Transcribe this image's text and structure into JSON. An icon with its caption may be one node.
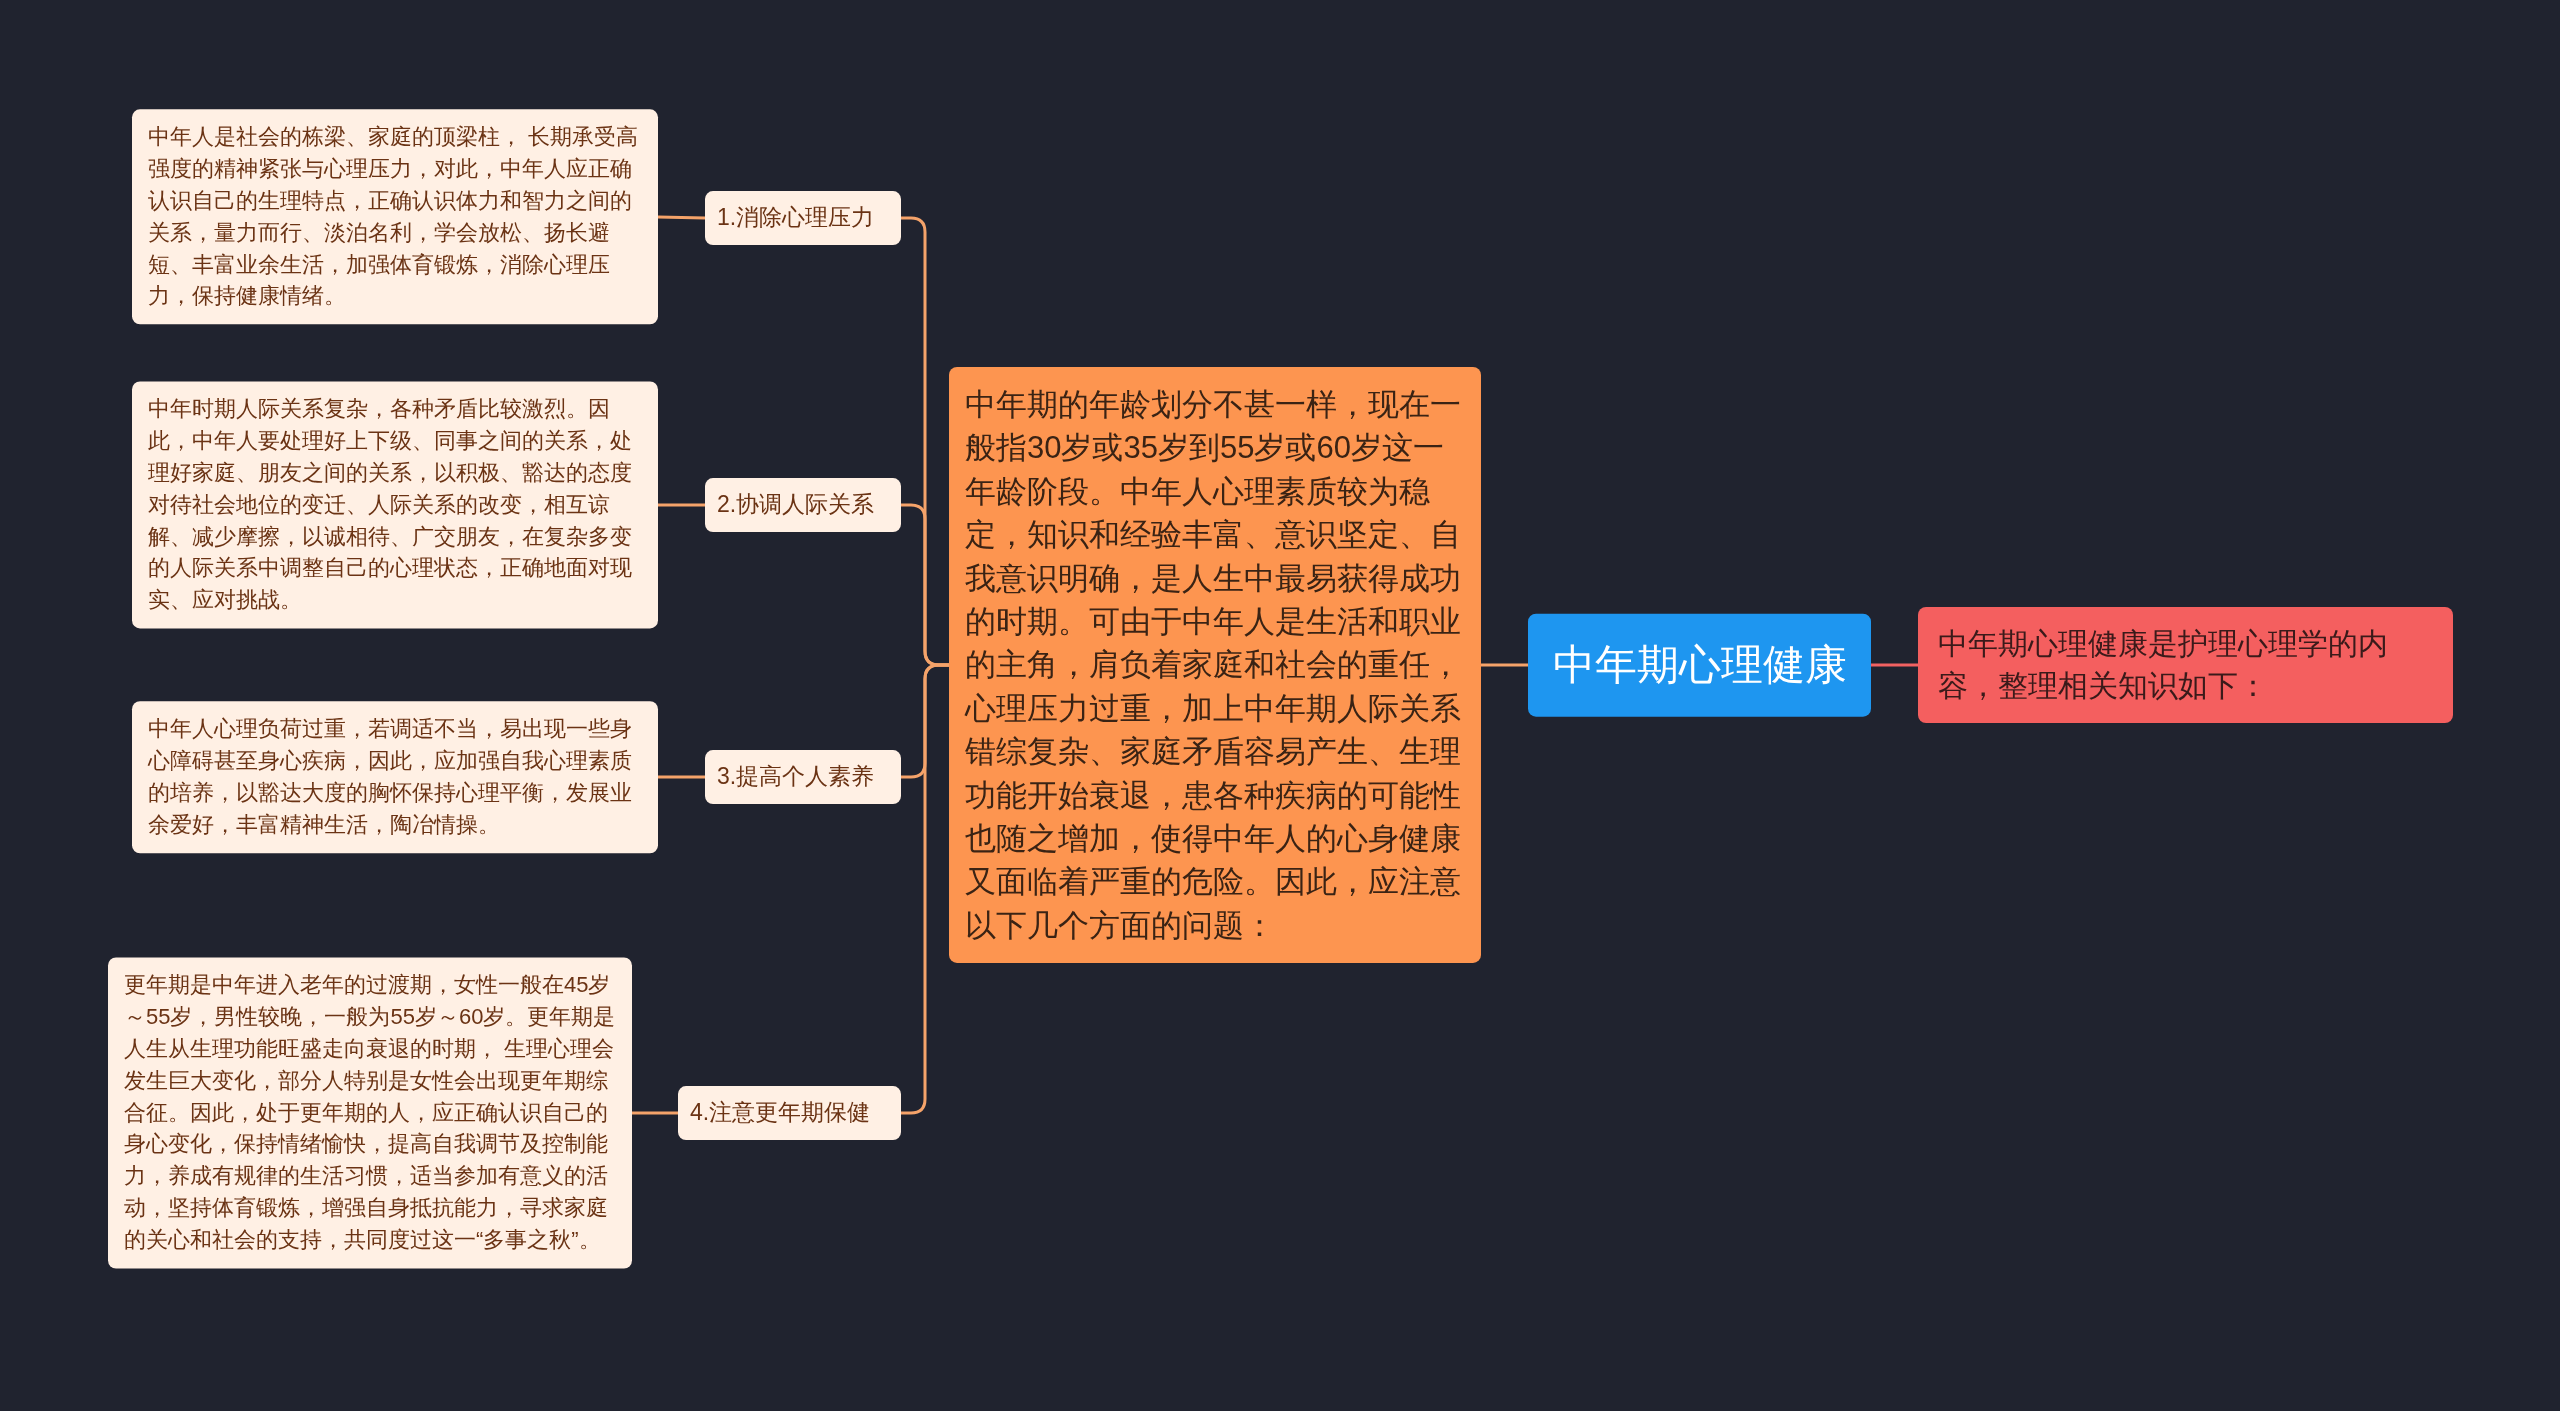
{
  "diagram": {
    "nodes": [
      {
        "text": [
          "中年期心理健康"
        ]
      },
      {
        "text": [
          "中年期心理健康是护理心理学的内容，整理相关知识如下："
        ]
      },
      {
        "text": [
          "中年期的年龄划分不甚一样，现在一般指30岁或35岁到55岁或60岁这一年龄阶段。中年人心理素质较为稳定，知识和经验丰富、意识坚定、自我意识明确，是人生中最易获得成功的时期。可由于中年人是生活和职业的主角，肩负着家庭和社会的重任，心理压力过重，加上中年期人际关系错综复杂、家庭矛盾容易产生、生理功能开始衰退，患各种疾病的可能性也随之增加，使得中年人的心身健康又面临着严重的危险。因此，应注意以下几个方面的问题："
        ]
      },
      {
        "text": [
          "1.消除心理压力"
        ]
      },
      {
        "text": [
          "2.协调人际关系"
        ]
      },
      {
        "text": [
          "3.提高个人素养"
        ]
      },
      {
        "text": [
          "4.注意更年期保健"
        ]
      },
      {
        "text": [
          "中年人是社会的栋梁、家庭的顶梁柱， 长期承受高强度的精神紧张与心理压力，对此，中年人应正确认识自己的生理特点，正确认识体力和智力之间的关系，量力而行、淡泊名利，学会放松、扬长避短、丰富业余生活，加强体育锻炼，消除心理压力，保持健康情绪。"
        ]
      },
      {
        "text": [
          "中年时期人际关系复杂，各种矛盾比较激烈。因此，中年人要处理好上下级、同事之间的关系，处理好家庭、朋友之间的关系，以积极、豁达的态度对待社会地位的变迁、人际关系的改变，相互谅解、减少摩擦，以诚相待、广交朋友，在复杂多变的人际关系中调整自己的心理状态，正确地面对现实、应对挑战。"
        ]
      },
      {
        "text": [
          "中年人心理负荷过重，若调适不当，易出现一些身心障碍甚至身心疾病，因此，应加强自我心理素质的培养，以豁达大度的胸怀保持心理平衡，发展业余爱好，丰富精神生活，陶冶情操。"
        ]
      },
      {
        "text": [
          "更年期是中年进入老年的过渡期，女性一般在45岁～55岁，男性较晚，一般为55岁～60岁。更年期是人生从生理功能旺盛走向衰退的时期， 生理心理会发生巨大变化，部分人特别是女性会出现更年期综合征。因此，处于更年期的人，应正确认识自己的身心变化，保持情绪愉快，提高自我调节及控制能力，养成有规律的生活习惯，适当参加有意义的活动，坚持体育锻炼，增强自身抵抗能力，寻求家庭的关心和社会的支持，共同度过这一“多事之秋”。"
        ]
      }
    ],
    "edges": [
      {
        "from": 0,
        "to": 1,
        "arrow": "none",
        "color": "#f26262"
      },
      {
        "from": 0,
        "to": 2,
        "arrow": "none"
      },
      {
        "from": 2,
        "to": 3,
        "arrow": "none"
      },
      {
        "from": 2,
        "to": 4,
        "arrow": "none"
      },
      {
        "from": 2,
        "to": 5,
        "arrow": "none"
      },
      {
        "from": 2,
        "to": 6,
        "arrow": "none"
      },
      {
        "from": 3,
        "to": 7,
        "arrow": "none"
      },
      {
        "from": 4,
        "to": 8,
        "arrow": "none"
      },
      {
        "from": 5,
        "to": 9,
        "arrow": "none"
      },
      {
        "from": 6,
        "to": 10,
        "arrow": "none"
      }
    ]
  }
}
